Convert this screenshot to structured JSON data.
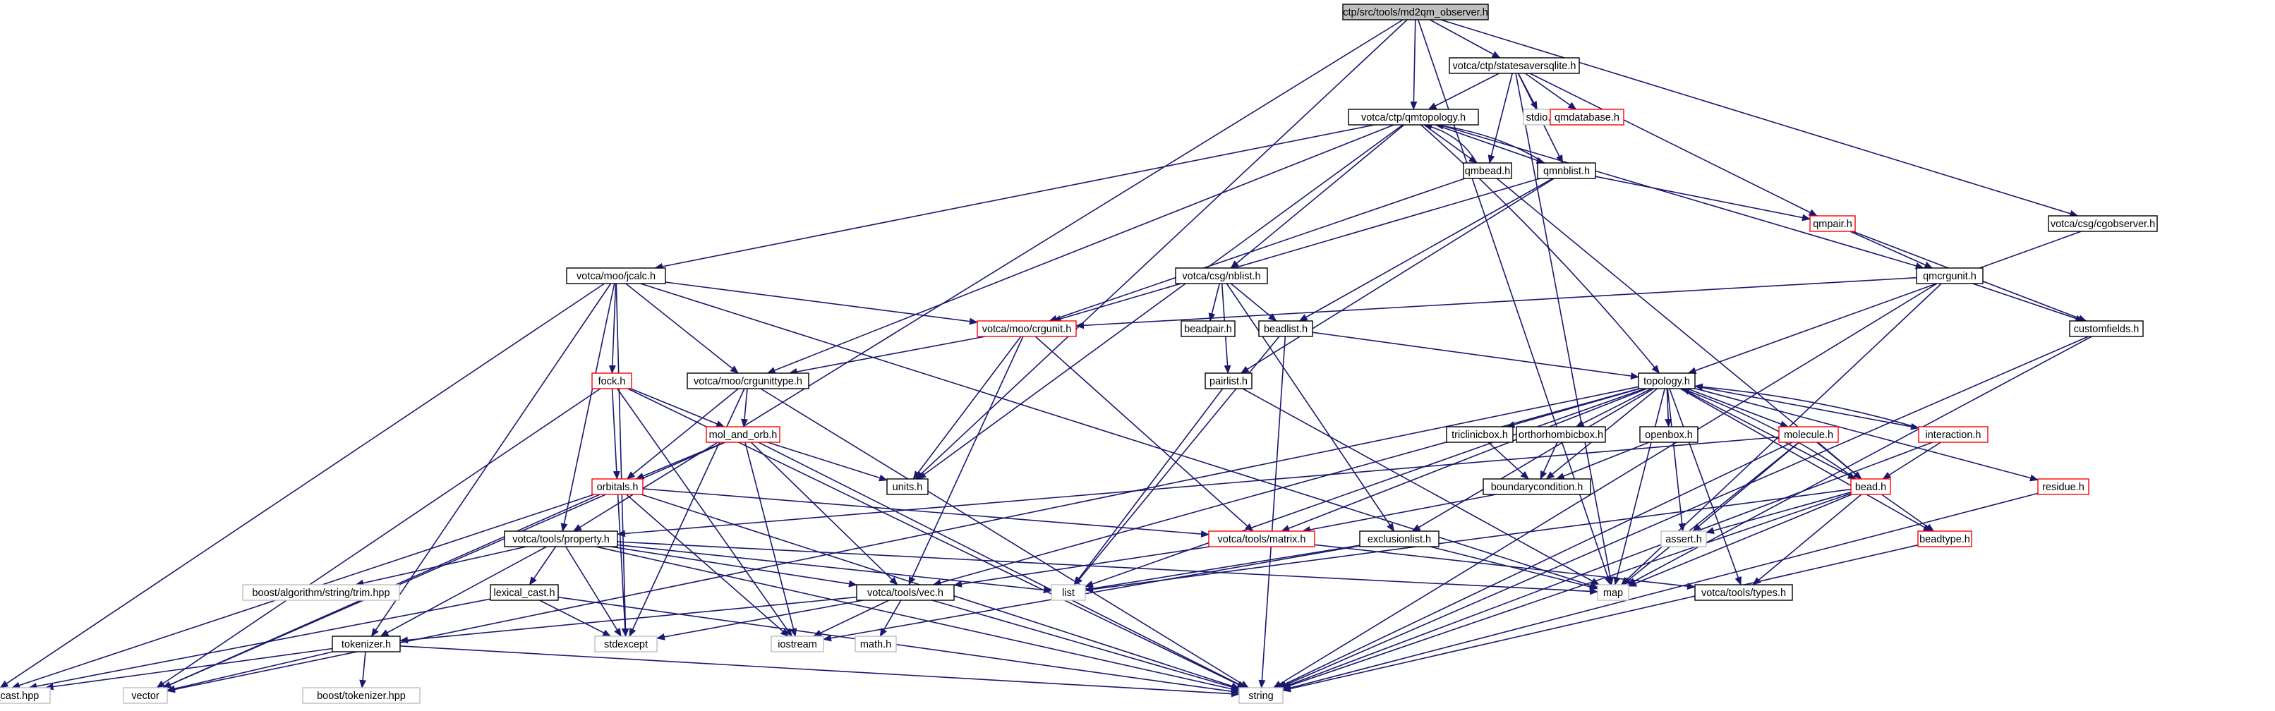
{
  "graph": {
    "colors": {
      "root_fill": "#bfbfbf",
      "edge": "#191970",
      "documented_border": "#000000",
      "incomplete_border": "#ff0000",
      "external_border": "#bfbfbf"
    },
    "nodes": [
      {
        "id": "root",
        "label": "ctp/src/tools/md2qm_observer.h",
        "kind": "root"
      },
      {
        "id": "statesaver",
        "label": "votca/ctp/statesaversqlite.h",
        "kind": "doc"
      },
      {
        "id": "qmtopology",
        "label": "votca/ctp/qmtopology.h",
        "kind": "doc"
      },
      {
        "id": "stdio",
        "label": "stdio.h",
        "kind": "ext"
      },
      {
        "id": "qmdatabase",
        "label": "qmdatabase.h",
        "kind": "red"
      },
      {
        "id": "qmbead",
        "label": "qmbead.h",
        "kind": "doc"
      },
      {
        "id": "qmnblist",
        "label": "qmnblist.h",
        "kind": "doc"
      },
      {
        "id": "qmpair",
        "label": "qmpair.h",
        "kind": "red"
      },
      {
        "id": "cgobserver",
        "label": "votca/csg/cgobserver.h",
        "kind": "doc"
      },
      {
        "id": "jcalc",
        "label": "votca/moo/jcalc.h",
        "kind": "doc"
      },
      {
        "id": "csgnblist",
        "label": "votca/csg/nblist.h",
        "kind": "doc"
      },
      {
        "id": "qmcrgunit",
        "label": "qmcrgunit.h",
        "kind": "doc"
      },
      {
        "id": "beadpair",
        "label": "beadpair.h",
        "kind": "doc"
      },
      {
        "id": "beadlist",
        "label": "beadlist.h",
        "kind": "doc"
      },
      {
        "id": "moocrgunit",
        "label": "votca/moo/crgunit.h",
        "kind": "red"
      },
      {
        "id": "customfields",
        "label": "customfields.h",
        "kind": "doc"
      },
      {
        "id": "fock",
        "label": "fock.h",
        "kind": "red"
      },
      {
        "id": "crgunittype",
        "label": "votca/moo/crgunittype.h",
        "kind": "doc"
      },
      {
        "id": "pairlist",
        "label": "pairlist.h",
        "kind": "doc"
      },
      {
        "id": "topology",
        "label": "topology.h",
        "kind": "doc"
      },
      {
        "id": "molandorb",
        "label": "mol_and_orb.h",
        "kind": "red"
      },
      {
        "id": "triclinicbox",
        "label": "triclinicbox.h",
        "kind": "doc"
      },
      {
        "id": "orthorhombicbox",
        "label": "orthorhombicbox.h",
        "kind": "doc"
      },
      {
        "id": "openbox",
        "label": "openbox.h",
        "kind": "doc"
      },
      {
        "id": "molecule",
        "label": "molecule.h",
        "kind": "red"
      },
      {
        "id": "interaction",
        "label": "interaction.h",
        "kind": "red"
      },
      {
        "id": "orbitals",
        "label": "orbitals.h",
        "kind": "red"
      },
      {
        "id": "units",
        "label": "units.h",
        "kind": "doc"
      },
      {
        "id": "boundarycondition",
        "label": "boundarycondition.h",
        "kind": "doc"
      },
      {
        "id": "residue",
        "label": "residue.h",
        "kind": "red"
      },
      {
        "id": "bead",
        "label": "bead.h",
        "kind": "red"
      },
      {
        "id": "property",
        "label": "votca/tools/property.h",
        "kind": "doc"
      },
      {
        "id": "matrix",
        "label": "votca/tools/matrix.h",
        "kind": "red"
      },
      {
        "id": "exclusionlist",
        "label": "exclusionlist.h",
        "kind": "doc"
      },
      {
        "id": "assert",
        "label": "assert.h",
        "kind": "ext"
      },
      {
        "id": "beadtype",
        "label": "beadtype.h",
        "kind": "red"
      },
      {
        "id": "boosttrim",
        "label": "boost/algorithm/string/trim.hpp",
        "kind": "ext"
      },
      {
        "id": "lexicalcast",
        "label": "lexical_cast.h",
        "kind": "doc"
      },
      {
        "id": "list",
        "label": "list",
        "kind": "ext"
      },
      {
        "id": "map",
        "label": "map",
        "kind": "ext"
      },
      {
        "id": "vec",
        "label": "votca/tools/vec.h",
        "kind": "doc"
      },
      {
        "id": "types",
        "label": "votca/tools/types.h",
        "kind": "doc"
      },
      {
        "id": "stdexcept",
        "label": "stdexcept",
        "kind": "ext"
      },
      {
        "id": "iostream",
        "label": "iostream",
        "kind": "ext"
      },
      {
        "id": "mathh",
        "label": "math.h",
        "kind": "ext"
      },
      {
        "id": "tokenizer",
        "label": "tokenizer.h",
        "kind": "doc"
      },
      {
        "id": "boostlexical",
        "label": "boost/lexical_cast.hpp",
        "kind": "ext"
      },
      {
        "id": "vector",
        "label": "vector",
        "kind": "ext"
      },
      {
        "id": "boosttokenizer",
        "label": "boost/tokenizer.hpp",
        "kind": "ext"
      },
      {
        "id": "string",
        "label": "string",
        "kind": "ext"
      }
    ],
    "edges": [
      [
        "root",
        "statesaver"
      ],
      [
        "root",
        "qmtopology"
      ],
      [
        "root",
        "cgobserver"
      ],
      [
        "root",
        "property"
      ],
      [
        "root",
        "units"
      ],
      [
        "root",
        "map"
      ],
      [
        "statesaver",
        "qmtopology"
      ],
      [
        "statesaver",
        "stdio"
      ],
      [
        "statesaver",
        "qmdatabase"
      ],
      [
        "statesaver",
        "qmbead"
      ],
      [
        "statesaver",
        "qmnblist"
      ],
      [
        "statesaver",
        "qmpair"
      ],
      [
        "statesaver",
        "map"
      ],
      [
        "qmtopology",
        "qmbead"
      ],
      [
        "qmtopology",
        "qmnblist"
      ],
      [
        "qmtopology",
        "qmcrgunit"
      ],
      [
        "qmtopology",
        "jcalc"
      ],
      [
        "qmtopology",
        "csgnblist"
      ],
      [
        "qmtopology",
        "topology"
      ],
      [
        "qmtopology",
        "crgunittype"
      ],
      [
        "qmtopology",
        "units"
      ],
      [
        "qmbead",
        "qmtopology"
      ],
      [
        "qmbead",
        "moocrgunit"
      ],
      [
        "qmbead",
        "bead"
      ],
      [
        "qmnblist",
        "qmtopology"
      ],
      [
        "qmnblist",
        "qmpair"
      ],
      [
        "qmnblist",
        "moocrgunit"
      ],
      [
        "qmnblist",
        "beadlist"
      ],
      [
        "qmnblist",
        "pairlist"
      ],
      [
        "qmpair",
        "qmcrgunit"
      ],
      [
        "qmpair",
        "customfields"
      ],
      [
        "cgobserver",
        "topology"
      ],
      [
        "qmcrgunit",
        "moocrgunit"
      ],
      [
        "qmcrgunit",
        "customfields"
      ],
      [
        "qmcrgunit",
        "map"
      ],
      [
        "qmcrgunit",
        "string"
      ],
      [
        "jcalc",
        "moocrgunit"
      ],
      [
        "jcalc",
        "crgunittype"
      ],
      [
        "jcalc",
        "fock"
      ],
      [
        "jcalc",
        "property"
      ],
      [
        "jcalc",
        "tokenizer"
      ],
      [
        "jcalc",
        "boostlexical"
      ],
      [
        "jcalc",
        "stdexcept"
      ],
      [
        "jcalc",
        "map"
      ],
      [
        "csgnblist",
        "beadpair"
      ],
      [
        "csgnblist",
        "beadlist"
      ],
      [
        "csgnblist",
        "pairlist"
      ],
      [
        "csgnblist",
        "exclusionlist"
      ],
      [
        "beadlist",
        "topology"
      ],
      [
        "beadlist",
        "list"
      ],
      [
        "beadlist",
        "string"
      ],
      [
        "moocrgunit",
        "crgunittype"
      ],
      [
        "moocrgunit",
        "units"
      ],
      [
        "moocrgunit",
        "vec"
      ],
      [
        "moocrgunit",
        "matrix"
      ],
      [
        "customfields",
        "map"
      ],
      [
        "customfields",
        "string"
      ],
      [
        "fock",
        "molandorb"
      ],
      [
        "fock",
        "orbitals"
      ],
      [
        "fock",
        "vector"
      ],
      [
        "fock",
        "iostream"
      ],
      [
        "fock",
        "string"
      ],
      [
        "crgunittype",
        "molandorb"
      ],
      [
        "crgunittype",
        "orbitals"
      ],
      [
        "crgunittype",
        "string"
      ],
      [
        "crgunittype",
        "stdexcept"
      ],
      [
        "pairlist",
        "list"
      ],
      [
        "pairlist",
        "map"
      ],
      [
        "topology",
        "triclinicbox"
      ],
      [
        "topology",
        "orthorhombicbox"
      ],
      [
        "topology",
        "openbox"
      ],
      [
        "topology",
        "boundarycondition"
      ],
      [
        "topology",
        "molecule"
      ],
      [
        "topology",
        "interaction"
      ],
      [
        "topology",
        "residue"
      ],
      [
        "topology",
        "bead"
      ],
      [
        "topology",
        "beadtype"
      ],
      [
        "topology",
        "exclusionlist"
      ],
      [
        "topology",
        "matrix"
      ],
      [
        "topology",
        "vec"
      ],
      [
        "topology",
        "list"
      ],
      [
        "topology",
        "map"
      ],
      [
        "topology",
        "assert"
      ],
      [
        "topology",
        "types"
      ],
      [
        "topology",
        "vector"
      ],
      [
        "molandorb",
        "orbitals"
      ],
      [
        "molandorb",
        "units"
      ],
      [
        "molandorb",
        "vec"
      ],
      [
        "molandorb",
        "vector"
      ],
      [
        "molandorb",
        "iostream"
      ],
      [
        "molandorb",
        "string"
      ],
      [
        "triclinicbox",
        "boundarycondition"
      ],
      [
        "orthorhombicbox",
        "boundarycondition"
      ],
      [
        "openbox",
        "boundarycondition"
      ],
      [
        "molecule",
        "bead"
      ],
      [
        "molecule",
        "property"
      ],
      [
        "molecule",
        "map"
      ],
      [
        "molecule",
        "assert"
      ],
      [
        "molecule",
        "string"
      ],
      [
        "interaction",
        "topology"
      ],
      [
        "interaction",
        "bead"
      ],
      [
        "interaction",
        "string"
      ],
      [
        "orbitals",
        "vector"
      ],
      [
        "orbitals",
        "string"
      ],
      [
        "orbitals",
        "iostream"
      ],
      [
        "orbitals",
        "stdexcept"
      ],
      [
        "orbitals",
        "boostlexical"
      ],
      [
        "orbitals",
        "matrix"
      ],
      [
        "boundarycondition",
        "matrix"
      ],
      [
        "residue",
        "string"
      ],
      [
        "bead",
        "topology"
      ],
      [
        "bead",
        "beadtype"
      ],
      [
        "bead",
        "types"
      ],
      [
        "bead",
        "assert"
      ],
      [
        "bead",
        "map"
      ],
      [
        "bead",
        "string"
      ],
      [
        "bead",
        "list"
      ],
      [
        "property",
        "boosttrim"
      ],
      [
        "property",
        "lexicalcast"
      ],
      [
        "property",
        "tokenizer"
      ],
      [
        "property",
        "list"
      ],
      [
        "property",
        "map"
      ],
      [
        "property",
        "vec"
      ],
      [
        "property",
        "stdexcept"
      ],
      [
        "property",
        "string"
      ],
      [
        "matrix",
        "vec"
      ],
      [
        "matrix",
        "types"
      ],
      [
        "exclusionlist",
        "list"
      ],
      [
        "exclusionlist",
        "map"
      ],
      [
        "exclusionlist",
        "iostream"
      ],
      [
        "beadtype",
        "string"
      ],
      [
        "lexicalcast",
        "string"
      ],
      [
        "lexicalcast",
        "stdexcept"
      ],
      [
        "lexicalcast",
        "boostlexical"
      ],
      [
        "vec",
        "iostream"
      ],
      [
        "vec",
        "mathh"
      ],
      [
        "vec",
        "string"
      ],
      [
        "vec",
        "stdexcept"
      ],
      [
        "vec",
        "tokenizer"
      ],
      [
        "tokenizer",
        "boosttokenizer"
      ],
      [
        "tokenizer",
        "string"
      ],
      [
        "tokenizer",
        "vector"
      ],
      [
        "tokenizer",
        "boostlexical"
      ]
    ]
  }
}
